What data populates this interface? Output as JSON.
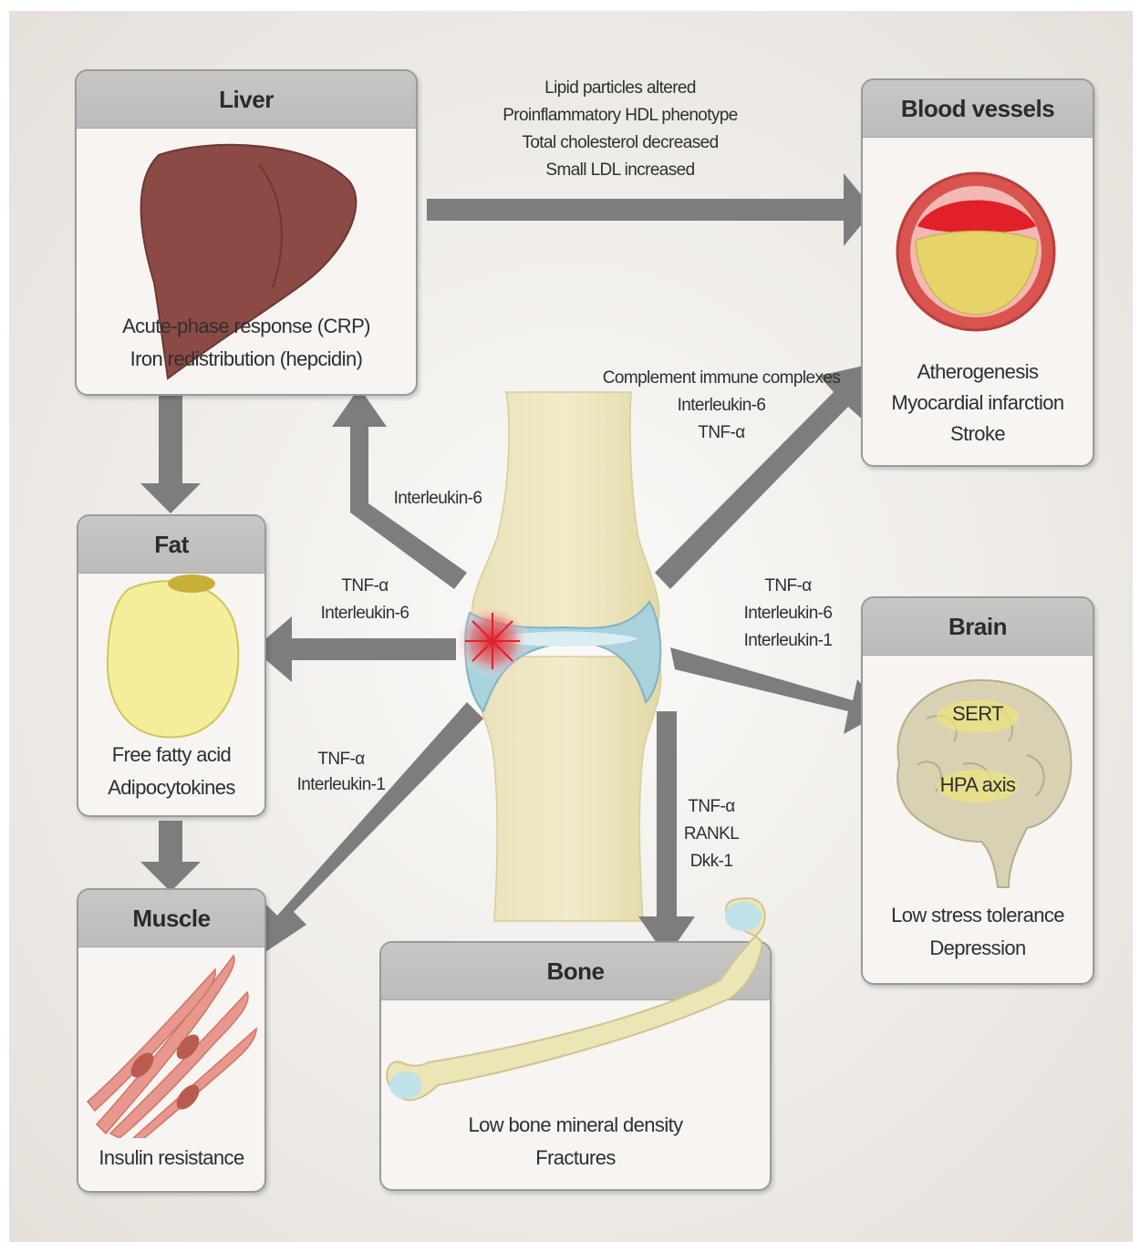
{
  "boxes": {
    "liver": {
      "title": "Liver",
      "lines": [
        "Acute-phase response (CRP)",
        "Iron redistribution (hepcidin)"
      ]
    },
    "blood": {
      "title": "Blood vessels",
      "lines": [
        "Atherogenesis",
        "Myocardial infarction",
        "Stroke"
      ]
    },
    "fat": {
      "title": "Fat",
      "lines": [
        "Free fatty acid",
        "Adipocytokines"
      ]
    },
    "muscle": {
      "title": "Muscle",
      "lines": [
        "Insulin resistance"
      ]
    },
    "bone": {
      "title": "Bone",
      "lines": [
        "Low bone mineral density",
        "Fractures"
      ]
    },
    "brain": {
      "title": "Brain",
      "lines": [
        "Low stress tolerance",
        "Depression"
      ],
      "labels": [
        "SERT",
        "HPA axis"
      ]
    }
  },
  "arrows": {
    "liver_blood": [
      "Lipid particles altered",
      "Proinflammatory HDL phenotype",
      "Total cholesterol decreased",
      "Small LDL increased"
    ],
    "joint_blood": [
      "Complement immune complexes",
      "Interleukin-6",
      "TNF-α"
    ],
    "joint_liver": [
      "Interleukin-6"
    ],
    "joint_fat": [
      "TNF-α",
      "Interleukin-6"
    ],
    "joint_brain": [
      "TNF-α",
      "Interleukin-6",
      "Interleukin-1"
    ],
    "joint_muscle": [
      "TNF-α",
      "Interleukin-1"
    ],
    "joint_bone": [
      "TNF-α",
      "RANKL",
      "Dkk-1"
    ]
  },
  "colors": {
    "background": "#ece8e3",
    "arrow": "#7d7d7d",
    "box_header": "#c4c2c1",
    "liver": "#8b4a44",
    "vessel_wall": "#d9534f",
    "plaque": "#e6d36a",
    "fat_cell": "#f4ee9c",
    "muscle": "#e7978c",
    "bone": "#ece5b6",
    "cartilage": "#a9d2dc",
    "inflammation": "#e0202a",
    "brain": "#d9d1b3"
  }
}
